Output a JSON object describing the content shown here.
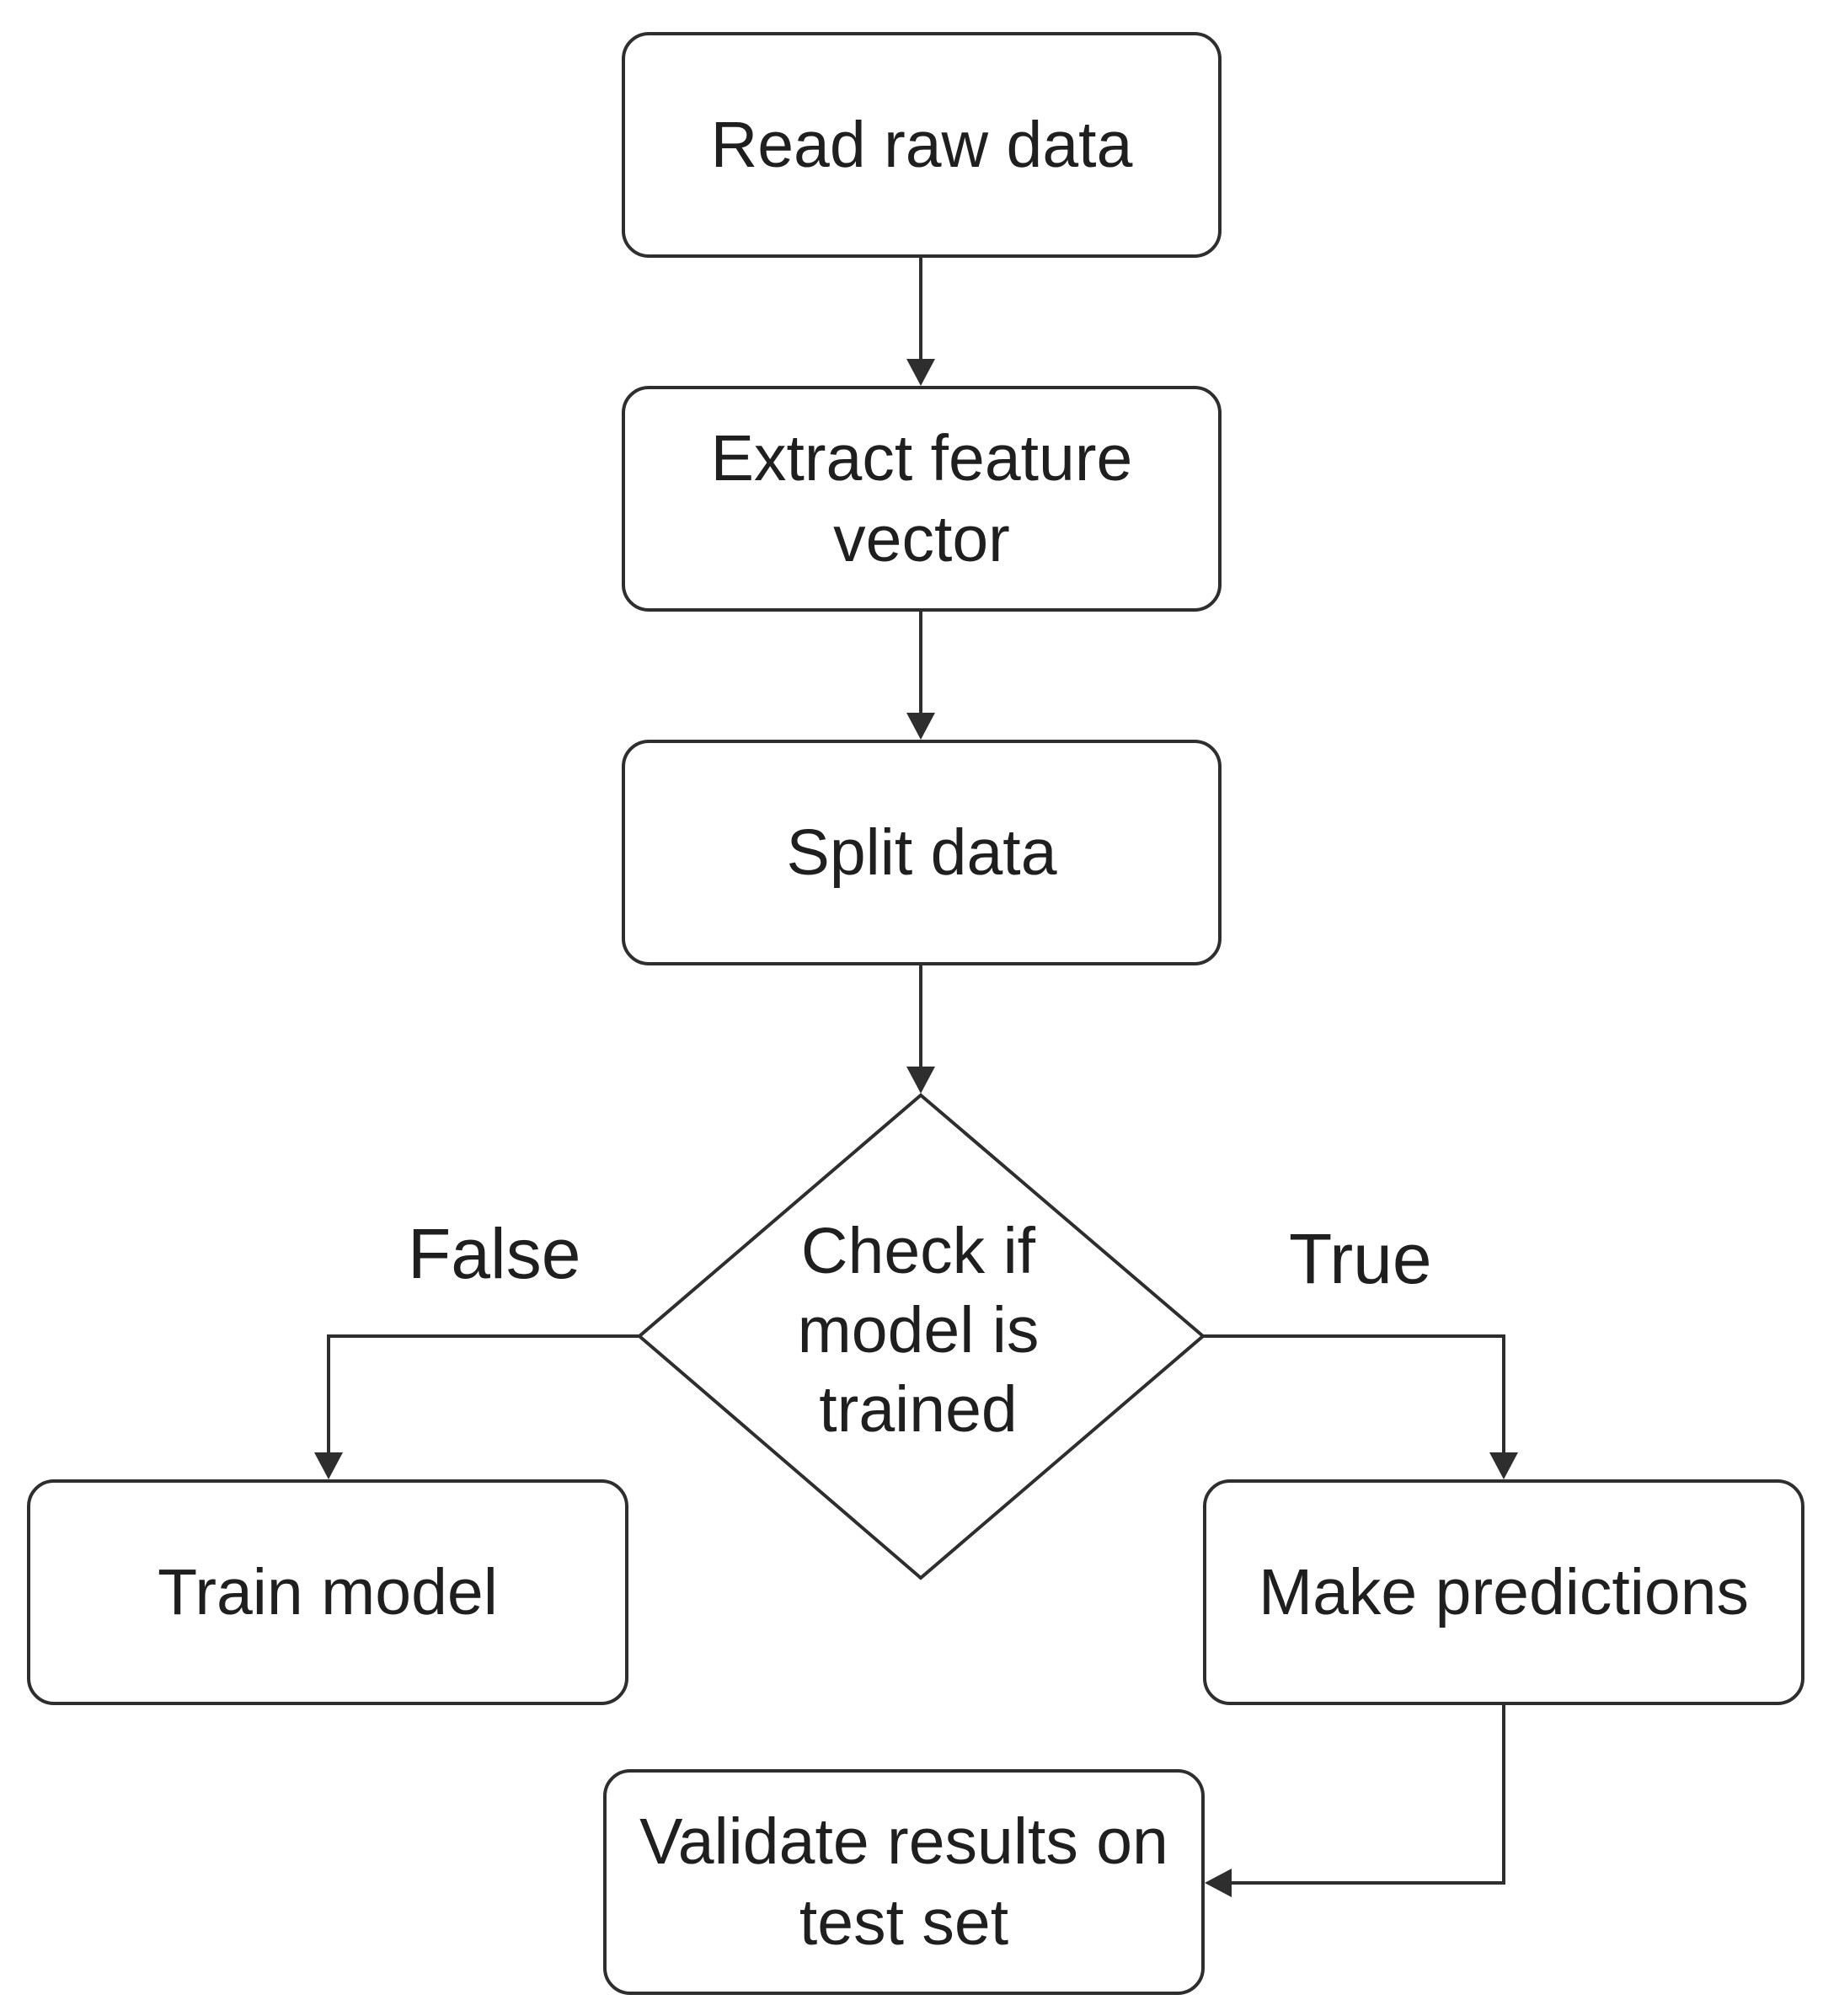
{
  "diagram": {
    "nodes": {
      "read_raw_data": "Read raw data",
      "extract_feature_vector": "Extract feature\nvector",
      "split_data": "Split data",
      "check_model_trained": "Check if\nmodel is\ntrained",
      "train_model": "Train model",
      "make_predictions": "Make predictions",
      "validate_results": "Validate results on\ntest set"
    },
    "branches": {
      "false_label": "False",
      "true_label": "True"
    },
    "colors": {
      "stroke": "#2e2e2e",
      "text": "#1f1f1f",
      "background": "#ffffff"
    }
  }
}
